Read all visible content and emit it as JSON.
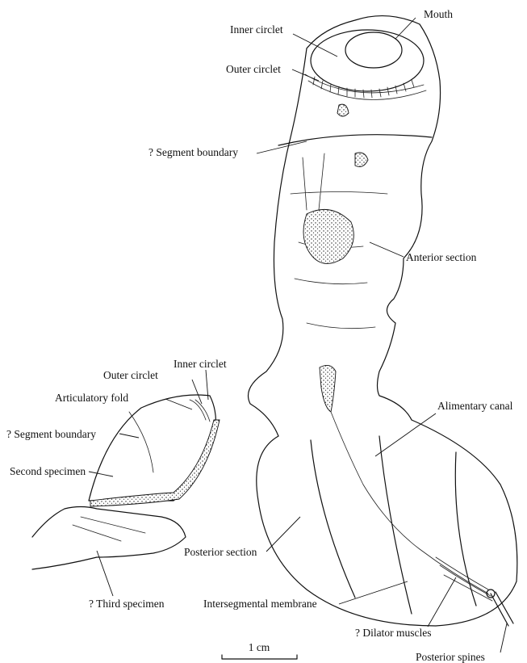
{
  "labels": {
    "mouth": "Mouth",
    "inner_circlet_top": "Inner circlet",
    "outer_circlet_top": "Outer circlet",
    "segment_boundary_top": "? Segment boundary",
    "anterior_section": "Anterior section",
    "alimentary_canal": "Alimentary canal",
    "inner_circlet_left": "Inner circlet",
    "outer_circlet_left": "Outer circlet",
    "articulatory_fold": "Articulatory fold",
    "segment_boundary_left": "? Segment boundary",
    "second_specimen": "Second specimen",
    "posterior_section": "Posterior section",
    "intersegmental_membrane": "Intersegmental membrane",
    "third_specimen": "? Third specimen",
    "dilator_muscles": "? Dilator muscles",
    "posterior_spines": "Posterior spines"
  },
  "scale_bar": {
    "label": "1 cm"
  }
}
